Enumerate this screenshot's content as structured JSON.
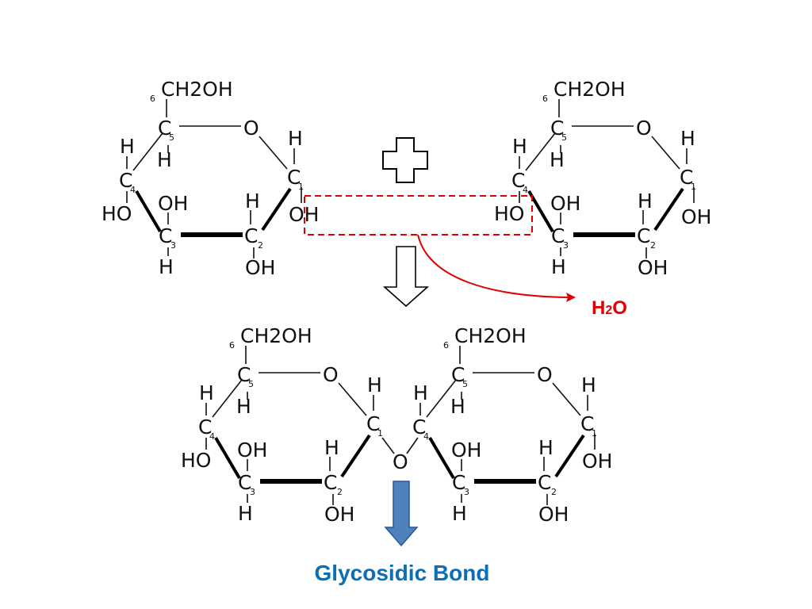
{
  "reactant_left": {
    "ch2oh": "CH2OH",
    "c6_label": "6",
    "c5": "C",
    "c5_label": "5",
    "ring_o": "O",
    "c1_h": "H",
    "c1": "C",
    "c1_label": "1",
    "c1_oh": "OH",
    "c4_h": "H",
    "c5_h": "H",
    "c4": "C",
    "c4_label": "4",
    "c4_ho": "HO",
    "c3_oh": "OH",
    "c3": "C",
    "c3_label": "3",
    "c3_h": "H",
    "c2_h": "H",
    "c2": "C",
    "c2_label": "2",
    "c2_oh": "OH"
  },
  "reactant_right": {
    "ch2oh": "CH2OH",
    "c6_label": "6",
    "c5": "C",
    "c5_label": "5",
    "ring_o": "O",
    "c1_h": "H",
    "c1": "C",
    "c1_label": "1",
    "c1_oh": "OH",
    "c4_h": "H",
    "c5_h": "H",
    "c4": "C",
    "c4_label": "4",
    "c4_ho": "HO",
    "c3_oh": "OH",
    "c3": "C",
    "c3_label": "3",
    "c3_h": "H",
    "c2_h": "H",
    "c2": "C",
    "c2_label": "2",
    "c2_oh": "OH"
  },
  "product_left": {
    "ch2oh": "CH2OH",
    "c6_label": "6",
    "c5": "C",
    "c5_label": "5",
    "ring_o": "O",
    "c1_h": "H",
    "c1": "C",
    "c1_label": "1",
    "c4_h": "H",
    "c5_h": "H",
    "c4": "C",
    "c4_label": "4",
    "c4_ho": "HO",
    "c3_oh": "OH",
    "c3": "C",
    "c3_label": "3",
    "c3_h": "H",
    "c2_h": "H",
    "c2": "C",
    "c2_label": "2",
    "c2_oh": "OH"
  },
  "product_right": {
    "ch2oh": "CH2OH",
    "c6_label": "6",
    "c5": "C",
    "c5_label": "5",
    "ring_o": "O",
    "c1_h": "H",
    "c1": "C",
    "c1_label": "1",
    "c1_oh": "OH",
    "c4_h": "H",
    "c5_h": "H",
    "c4": "C",
    "c4_label": "4",
    "c3_oh": "OH",
    "c3": "C",
    "c3_label": "3",
    "c3_h": "H",
    "c2_h": "H",
    "c2": "C",
    "c2_label": "2",
    "c2_oh": "OH"
  },
  "bridge_oxygen": "O",
  "water": {
    "h": "H",
    "sub": "2",
    "o": "O"
  },
  "caption": "Glycosidic Bond",
  "colors": {
    "water": "#e00000",
    "dashed_box": "#e00000",
    "blue_arrow_fill": "#4f81bd",
    "blue_arrow_stroke": "#2f5597",
    "caption": "#0a6fb5"
  },
  "icons": {
    "plus": "plus-sign-icon",
    "reaction_arrow": "down-arrow-icon",
    "pointer_arrow": "blue-down-arrow-icon"
  }
}
